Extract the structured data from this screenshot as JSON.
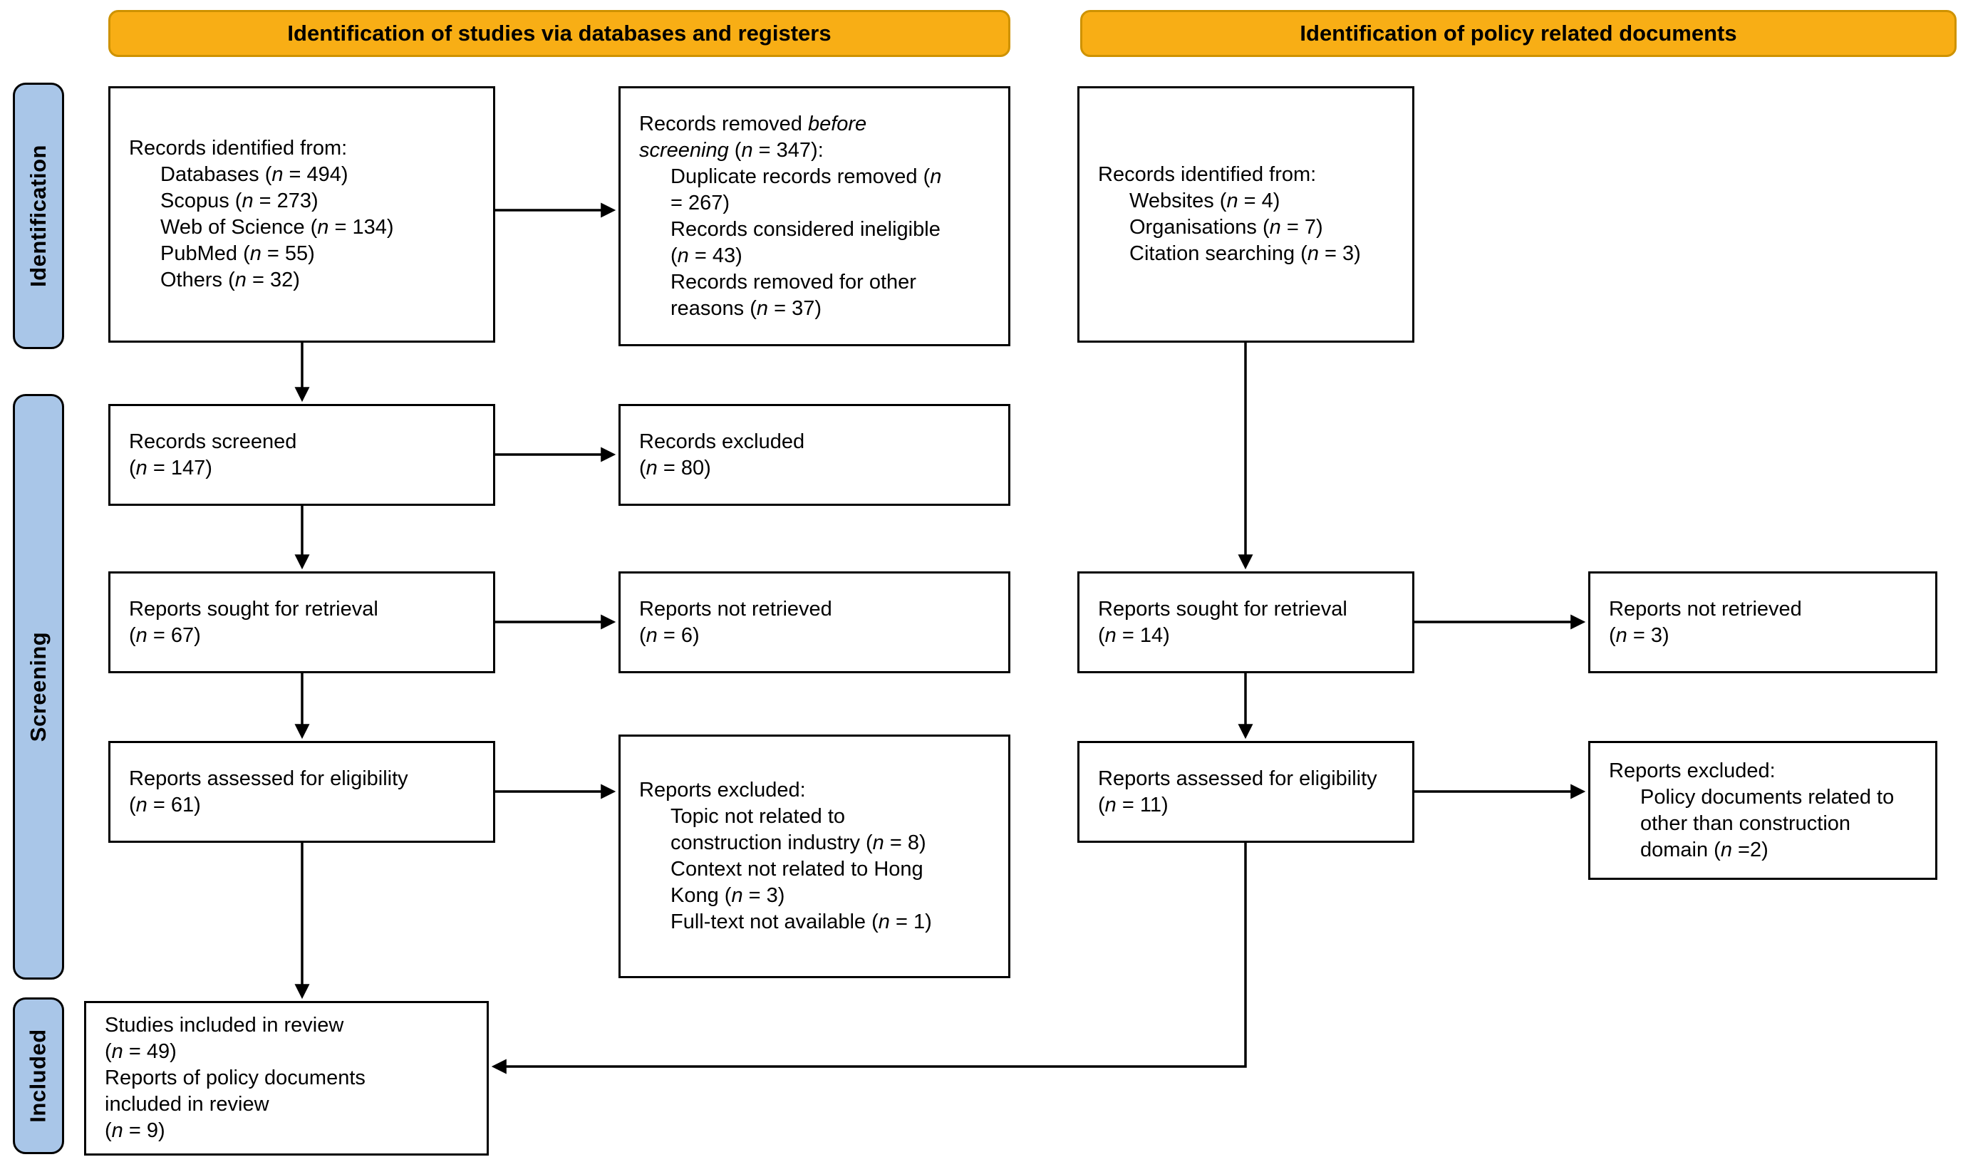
{
  "banners": {
    "databases": "Identification of studies via databases and registers",
    "policy": "Identification of policy related documents"
  },
  "stages": {
    "identification": "Identification",
    "screening": "Screening",
    "included": "Included"
  },
  "colors": {
    "banner_bg": "#F8AE15",
    "banner_border": "#CE9200",
    "rail_bg": "#A9C6E8",
    "box_border": "#000000",
    "box_bg": "#FFFFFF",
    "arrow": "#000000",
    "text": "#000000"
  },
  "boxes": {
    "db_identified": {
      "lines": [
        {
          "t": "Records identified from:",
          "indent": 0
        },
        {
          "t": "Databases (*n* = 494)",
          "indent": 1
        },
        {
          "t": "Scopus (*n* = 273)",
          "indent": 1
        },
        {
          "t": "Web of Science (*n* = 134)",
          "indent": 1
        },
        {
          "t": "PubMed (*n* = 55)",
          "indent": 1
        },
        {
          "t": "Others (*n* = 32)",
          "indent": 1
        }
      ]
    },
    "removed_before_screening": {
      "lines": [
        {
          "t": "Records removed *before*",
          "indent": 0
        },
        {
          "t": "*screening* (*n* = 347):",
          "indent": 0
        },
        {
          "t": "Duplicate records removed (*n*",
          "indent": 1
        },
        {
          "t": "= 267)",
          "indent": 1
        },
        {
          "t": "Records considered ineligible",
          "indent": 1
        },
        {
          "t": "(*n* = 43)",
          "indent": 1
        },
        {
          "t": "Records removed for other",
          "indent": 1
        },
        {
          "t": "reasons (*n* = 37)",
          "indent": 1
        }
      ]
    },
    "policy_identified": {
      "lines": [
        {
          "t": "Records identified from:",
          "indent": 0
        },
        {
          "t": "Websites (*n* = 4)",
          "indent": 1
        },
        {
          "t": "Organisations (*n* = 7)",
          "indent": 1
        },
        {
          "t": "Citation searching (*n* = 3)",
          "indent": 1
        }
      ]
    },
    "records_screened": {
      "lines": [
        {
          "t": "Records screened",
          "indent": 0
        },
        {
          "t": "(*n* = 147)",
          "indent": 0
        }
      ]
    },
    "records_excluded": {
      "lines": [
        {
          "t": "Records excluded",
          "indent": 0
        },
        {
          "t": "(*n* = 80)",
          "indent": 0
        }
      ]
    },
    "reports_sought_db": {
      "lines": [
        {
          "t": "Reports sought for retrieval",
          "indent": 0
        },
        {
          "t": "(*n* = 67)",
          "indent": 0
        }
      ]
    },
    "reports_not_retrieved_db": {
      "lines": [
        {
          "t": "Reports not retrieved",
          "indent": 0
        },
        {
          "t": "(*n* = 6)",
          "indent": 0
        }
      ]
    },
    "reports_assessed_db": {
      "lines": [
        {
          "t": "Reports assessed for eligibility",
          "indent": 0
        },
        {
          "t": "(*n* = 61)",
          "indent": 0
        }
      ]
    },
    "reports_excluded_db": {
      "lines": [
        {
          "t": "Reports excluded:",
          "indent": 0
        },
        {
          "t": "Topic not related to",
          "indent": 1
        },
        {
          "t": "construction industry (*n* = 8)",
          "indent": 1
        },
        {
          "t": "Context not related to Hong",
          "indent": 1
        },
        {
          "t": "Kong (*n* = 3)",
          "indent": 1
        },
        {
          "t": "Full-text not available (*n* = 1)",
          "indent": 1
        }
      ]
    },
    "reports_sought_policy": {
      "lines": [
        {
          "t": "Reports sought for retrieval",
          "indent": 0
        },
        {
          "t": "(*n* = 14)",
          "indent": 0
        }
      ]
    },
    "reports_not_retrieved_policy": {
      "lines": [
        {
          "t": "Reports not retrieved",
          "indent": 0
        },
        {
          "t": "(*n* = 3)",
          "indent": 0
        }
      ]
    },
    "reports_assessed_policy": {
      "lines": [
        {
          "t": "Reports assessed for eligibility",
          "indent": 0
        },
        {
          "t": "(*n* = 11)",
          "indent": 0
        }
      ]
    },
    "reports_excluded_policy": {
      "lines": [
        {
          "t": "Reports excluded:",
          "indent": 0
        },
        {
          "t": "Policy documents related to",
          "indent": 1
        },
        {
          "t": "other than construction",
          "indent": 1
        },
        {
          "t": "domain (*n* =2)",
          "indent": 1
        }
      ]
    },
    "included": {
      "lines": [
        {
          "t": "Studies included in review",
          "indent": 0
        },
        {
          "t": "(*n* = 49)",
          "indent": 0
        },
        {
          "t": "Reports of policy documents",
          "indent": 0
        },
        {
          "t": "included in review",
          "indent": 0
        },
        {
          "t": "(*n* = 9)",
          "indent": 0
        }
      ]
    }
  }
}
